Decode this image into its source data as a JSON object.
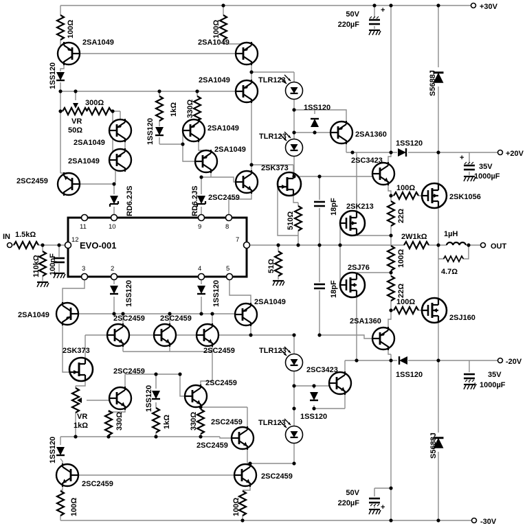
{
  "title": "EVO-001 MOSFET power amplifier schematic",
  "terminals": {
    "in": "IN",
    "p30": "+30V",
    "p20": "+20V",
    "out": "OUT",
    "n20": "-20V",
    "n30": "-30V"
  },
  "ic": {
    "name": "EVO-001",
    "pins": {
      "p11": "11",
      "p10": "10",
      "p9": "9",
      "p8": "8",
      "p12": "12",
      "p7": "7",
      "p3": "3",
      "p2": "2",
      "p4": "4",
      "p5": "5"
    }
  },
  "labels": {
    "r15k": "1.5kΩ",
    "r110k": "110kΩ",
    "c100pf": "100pF",
    "r100tl": "100Ω",
    "q1": "2SA1049",
    "d1ss_tl": "1SS120",
    "r300": "300Ω",
    "vr50_t": "VR",
    "vr50_v": "50Ω",
    "q5": "2SA1049",
    "q6": "2SA1049",
    "q7": "2SC2459",
    "r1k_t": "1kΩ",
    "d1ss_t2": "1SS120",
    "r330_t": "330Ω",
    "q11": "2SA1049",
    "q12": "2SA1049",
    "q15": "2SC2459",
    "rd1": "RD6.2JS",
    "rd2": "RD6.2JS",
    "r100tm": "100Ω",
    "q17": "2SA1049",
    "q18": "2SA1049",
    "led1": "TLR123",
    "led2": "TLR123",
    "d1ss_tm": "1SS120",
    "qa1360u": "2SA1360",
    "qk373u": "2SK373",
    "r510": "510Ω",
    "c18u": "18pF",
    "qc3423u": "2SC3423",
    "qk213": "2SK213",
    "cap220t_v": "50V",
    "cap220t_c": "220µF",
    "s5688u": "S5688J",
    "d1ss_p20": "1SS120",
    "cap1000u_v": "35V",
    "cap1000u_c": "1000µF",
    "r100g1": "100Ω",
    "qk1056": "2SK1056",
    "r22u": "22Ω",
    "r2w1k": "2W1kΩ",
    "l1uh": "1µH",
    "r47": "4.7Ω",
    "r100mid": "100Ω",
    "qj76": "2SJ76",
    "c18l": "18pF",
    "r22l": "22Ω",
    "qa1360l": "2SA1360",
    "r100g2": "100Ω",
    "qj160": "2SJ160",
    "r51": "51Ω",
    "led3": "TLR123",
    "led4": "TLR123",
    "qc3423l": "2SC3423",
    "d1ss_lm": "1SS120",
    "d1ss_n20": "1SS120",
    "cap1000l_v": "35V",
    "cap1000l_c": "1000µF",
    "s5688l": "S5688J",
    "cap220b_v": "50V",
    "cap220b_c": "220µF",
    "qb1": "2SA1049",
    "d1ss_p2": "1SS120",
    "qc1": "2SC2459",
    "qc2": "2SC2459",
    "d1ss_p4": "1SS120",
    "qB": "2SA1049",
    "qc3": "2SC2459",
    "qk373l": "2SK373",
    "qc4": "2SC2459",
    "qc6": "2SC2459",
    "vr1k_t": "VR",
    "vr1k_v": "1kΩ",
    "r330b1": "330Ω",
    "d1ss_lm2": "1SS120",
    "r1kb": "1kΩ",
    "r330b2": "330Ω",
    "qc5a": "2SC2459",
    "qc5b": "2SC2459",
    "d1ss_bl": "1SS120",
    "qcb1": "2SC2459",
    "qcb2": "2SC2459",
    "r100bl": "100Ω",
    "r100bm": "100Ω",
    "plus": "+"
  }
}
